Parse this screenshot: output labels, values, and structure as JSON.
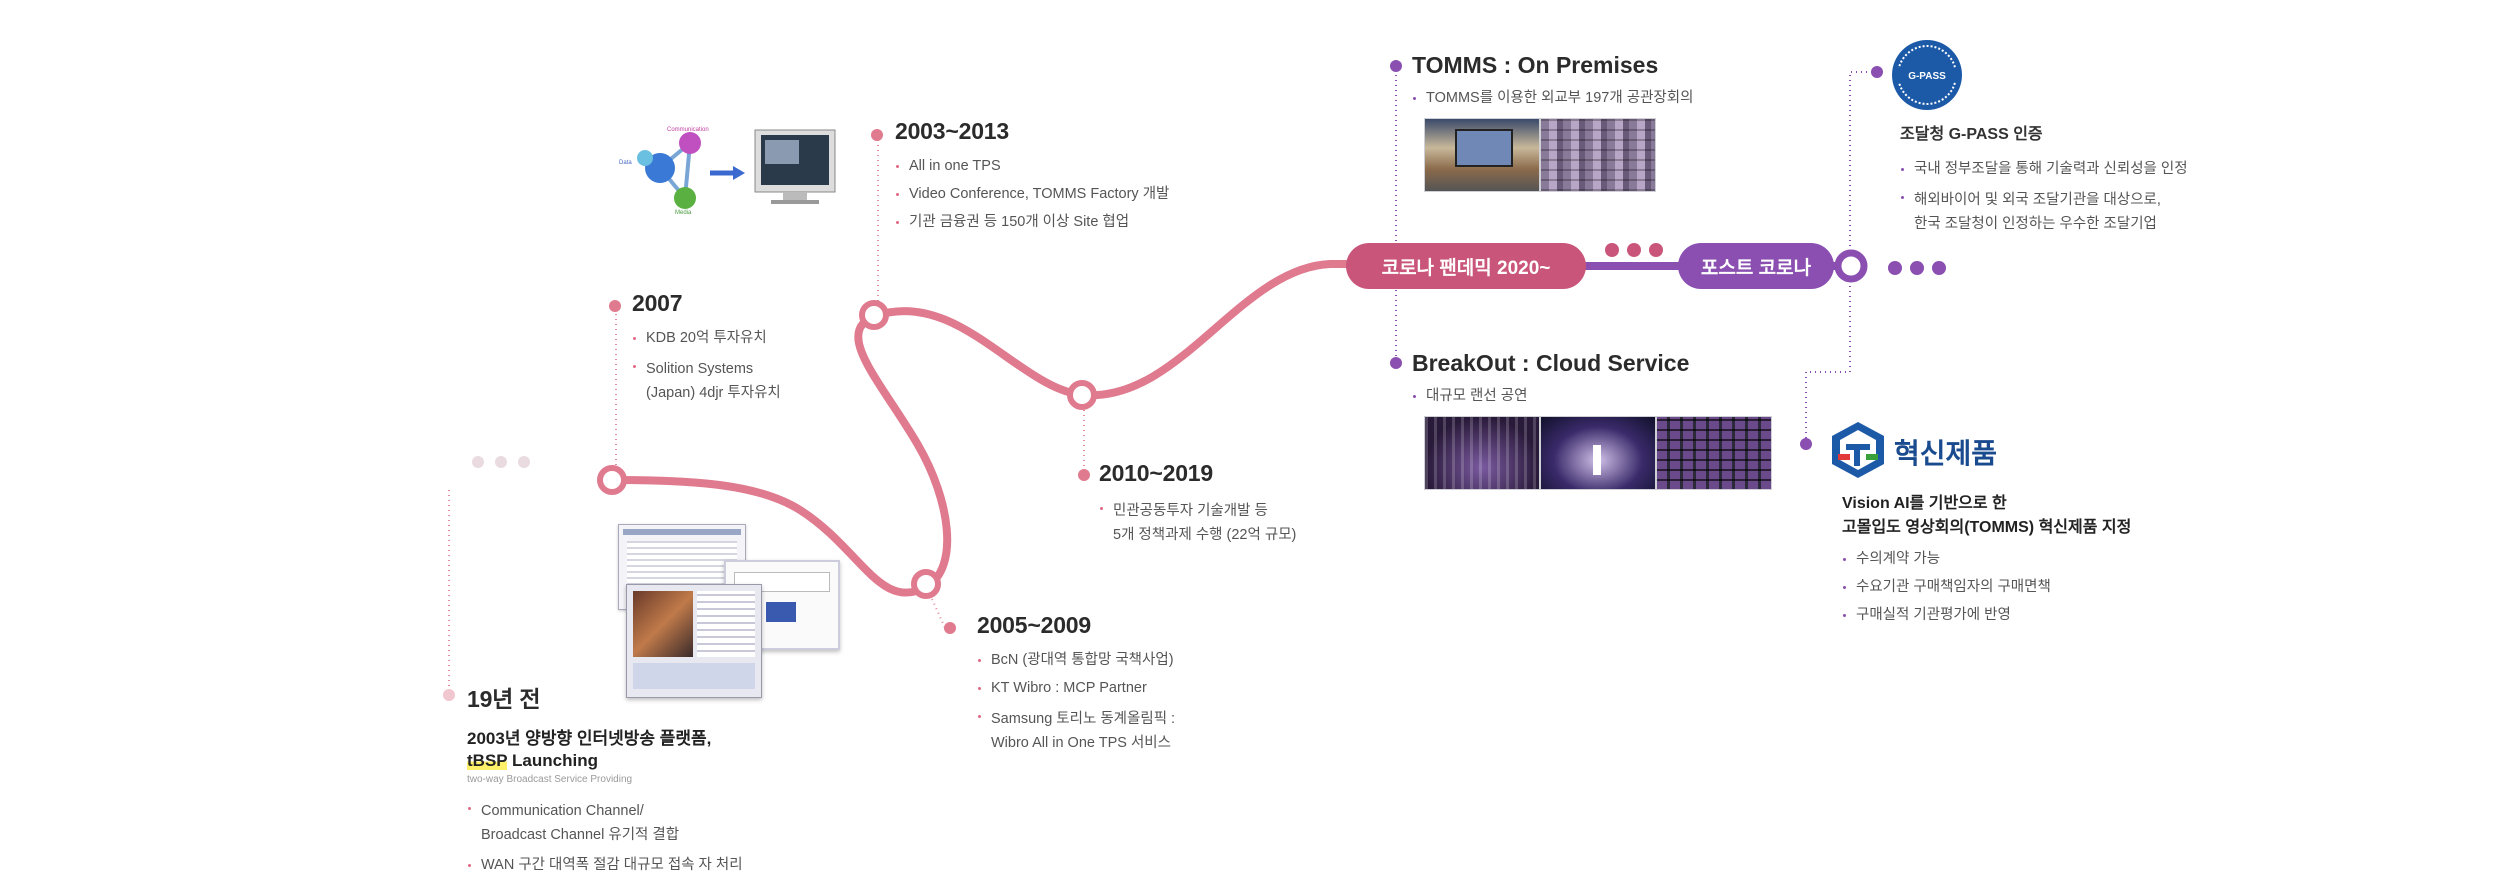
{
  "timeline": {
    "colors": {
      "pink": "#e07a8e",
      "purple": "#8a4fb0",
      "pill_pink": "#c9567a",
      "pill_purple": "#8a4fb0"
    }
  },
  "milestone_19": {
    "title": "19년 전",
    "heading_line1": "2003년 양방향 인터넷방송 플랫폼,",
    "heading_highlight": "tBSP",
    "heading_line2_rest": " Launching",
    "subtitle": "two-way Broadcast Service Providing",
    "bullets": [
      "Communication Channel/\nBroadcast Channel 유기적 결합",
      "WAN 구간 대역폭 절감 대규모 접속 자 처리"
    ]
  },
  "milestone_2007": {
    "title": "2007",
    "bullets": [
      "KDB 20억 투자유치",
      "Solition Systems\n(Japan) 4djr 투자유치"
    ]
  },
  "milestone_2003_2013": {
    "title": "2003~2013",
    "bullets": [
      "All in one TPS",
      "Video Conference, TOMMS Factory 개발",
      "기관 금융권 등 150개 이상 Site 협업"
    ],
    "diagram_labels": {
      "top": "Communication",
      "left": "Data",
      "bottom": "Media"
    }
  },
  "milestone_2005_2009": {
    "title": "2005~2009",
    "bullets": [
      "BcN (광대역 통합망 국책사업)",
      "KT Wibro : MCP Partner",
      "Samsung 토리노 동계올림픽 :\nWibro All in One TPS 서비스"
    ]
  },
  "milestone_2010_2019": {
    "title": "2010~2019",
    "bullets": [
      "민관공동투자 기술개발 등\n5개 정책과제 수행 (22억 규모)"
    ]
  },
  "tomms": {
    "title": "TOMMS : On Premises",
    "bullets": [
      "TOMMS를 이용한 외교부 197개 공관장회의"
    ]
  },
  "breakout": {
    "title": "BreakOut : Cloud Service",
    "bullets": [
      "대규모 랜선 공연"
    ]
  },
  "pills": {
    "corona": "코로나 팬데믹 2020~",
    "post_corona": "포스트 코로나"
  },
  "gpass": {
    "logo_text": "G-PASS",
    "title": "조달청 G-PASS 인증",
    "bullets": [
      "국내 정부조달을 통해 기술력과 신뢰성을 인정",
      "해외바이어 및 외국 조달기관을 대상으로,\n한국 조달청이 인정하는 우수한 조달기업"
    ]
  },
  "innovation": {
    "logo_title": "혁신제품",
    "line1": "Vision AI를 기반으로 한",
    "line2": "고몰입도 영상회의(TOMMS) 혁신제품 지정",
    "bullets": [
      "수의계약 가능",
      "수요기관 구매책임자의 구매면책",
      "구매실적 기관평가에 반영"
    ]
  }
}
